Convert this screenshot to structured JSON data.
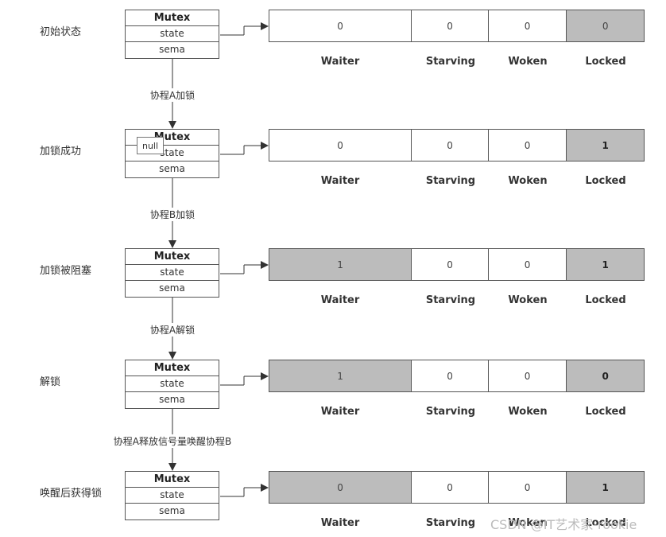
{
  "mutex": {
    "title": "Mutex",
    "field_state": "state",
    "field_sema": "sema"
  },
  "bit_headers": [
    "Waiter",
    "Starving",
    "Woken",
    "Locked"
  ],
  "stages": [
    {
      "label": "初始状态",
      "values": [
        "0",
        "0",
        "0",
        "0"
      ],
      "shaded": [
        false,
        false,
        false,
        true
      ]
    },
    {
      "label": "加锁成功",
      "values": [
        "0",
        "0",
        "0",
        "1"
      ],
      "shaded": [
        false,
        false,
        false,
        true
      ]
    },
    {
      "label": "加锁被阻塞",
      "values": [
        "1",
        "0",
        "0",
        "1"
      ],
      "shaded": [
        true,
        false,
        false,
        true
      ]
    },
    {
      "label": "解锁",
      "values": [
        "1",
        "0",
        "0",
        "0"
      ],
      "shaded": [
        true,
        false,
        false,
        true
      ]
    },
    {
      "label": "唤醒后获得锁",
      "values": [
        "0",
        "0",
        "0",
        "1"
      ],
      "shaded": [
        true,
        false,
        false,
        true
      ]
    }
  ],
  "transitions": [
    "协程A加锁",
    "协程B加锁",
    "协程A解锁",
    "协程A释放信号量唤醒协程B"
  ],
  "tooltip": "null",
  "watermark": "CSDN @IT艺术家-rookie"
}
